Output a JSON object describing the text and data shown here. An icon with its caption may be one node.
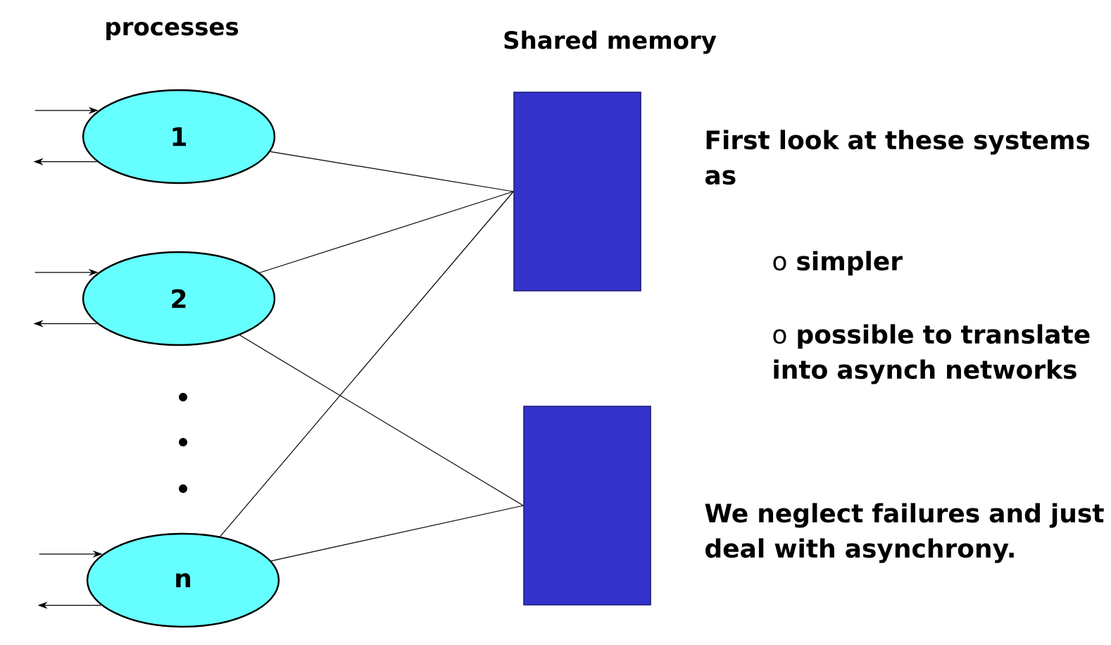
{
  "diagram": {
    "nodes": [
      {
        "text": [
          "1"
        ]
      },
      {
        "text": [
          "2"
        ]
      },
      {
        "text": [
          "n"
        ]
      },
      {
        "text": [],
        "shape": "box"
      },
      {
        "text": [],
        "shape": "box"
      }
    ],
    "edges": [
      {
        "from": null,
        "to": 0,
        "arrow": "to"
      },
      {
        "from": 0,
        "to": null,
        "arrow": "to"
      },
      {
        "from": null,
        "to": 1,
        "arrow": "to"
      },
      {
        "from": 1,
        "to": null,
        "arrow": "to"
      },
      {
        "from": null,
        "to": 2,
        "arrow": "to"
      },
      {
        "from": 2,
        "to": null,
        "arrow": "to"
      },
      {
        "from": 0,
        "to": 3,
        "arrow": "none"
      },
      {
        "from": 1,
        "to": 3,
        "arrow": "none"
      },
      {
        "from": 2,
        "to": 3,
        "arrow": "none"
      },
      {
        "from": 1,
        "to": 4,
        "arrow": "none"
      },
      {
        "from": 2,
        "to": 4,
        "arrow": "none"
      }
    ],
    "labels": [
      "processes",
      "Shared memory",
      "First look at these systems as",
      "o **simpler**",
      "o **possible to translate into asynch networks**",
      "We neglect failures and just deal with asynchrony."
    ]
  }
}
